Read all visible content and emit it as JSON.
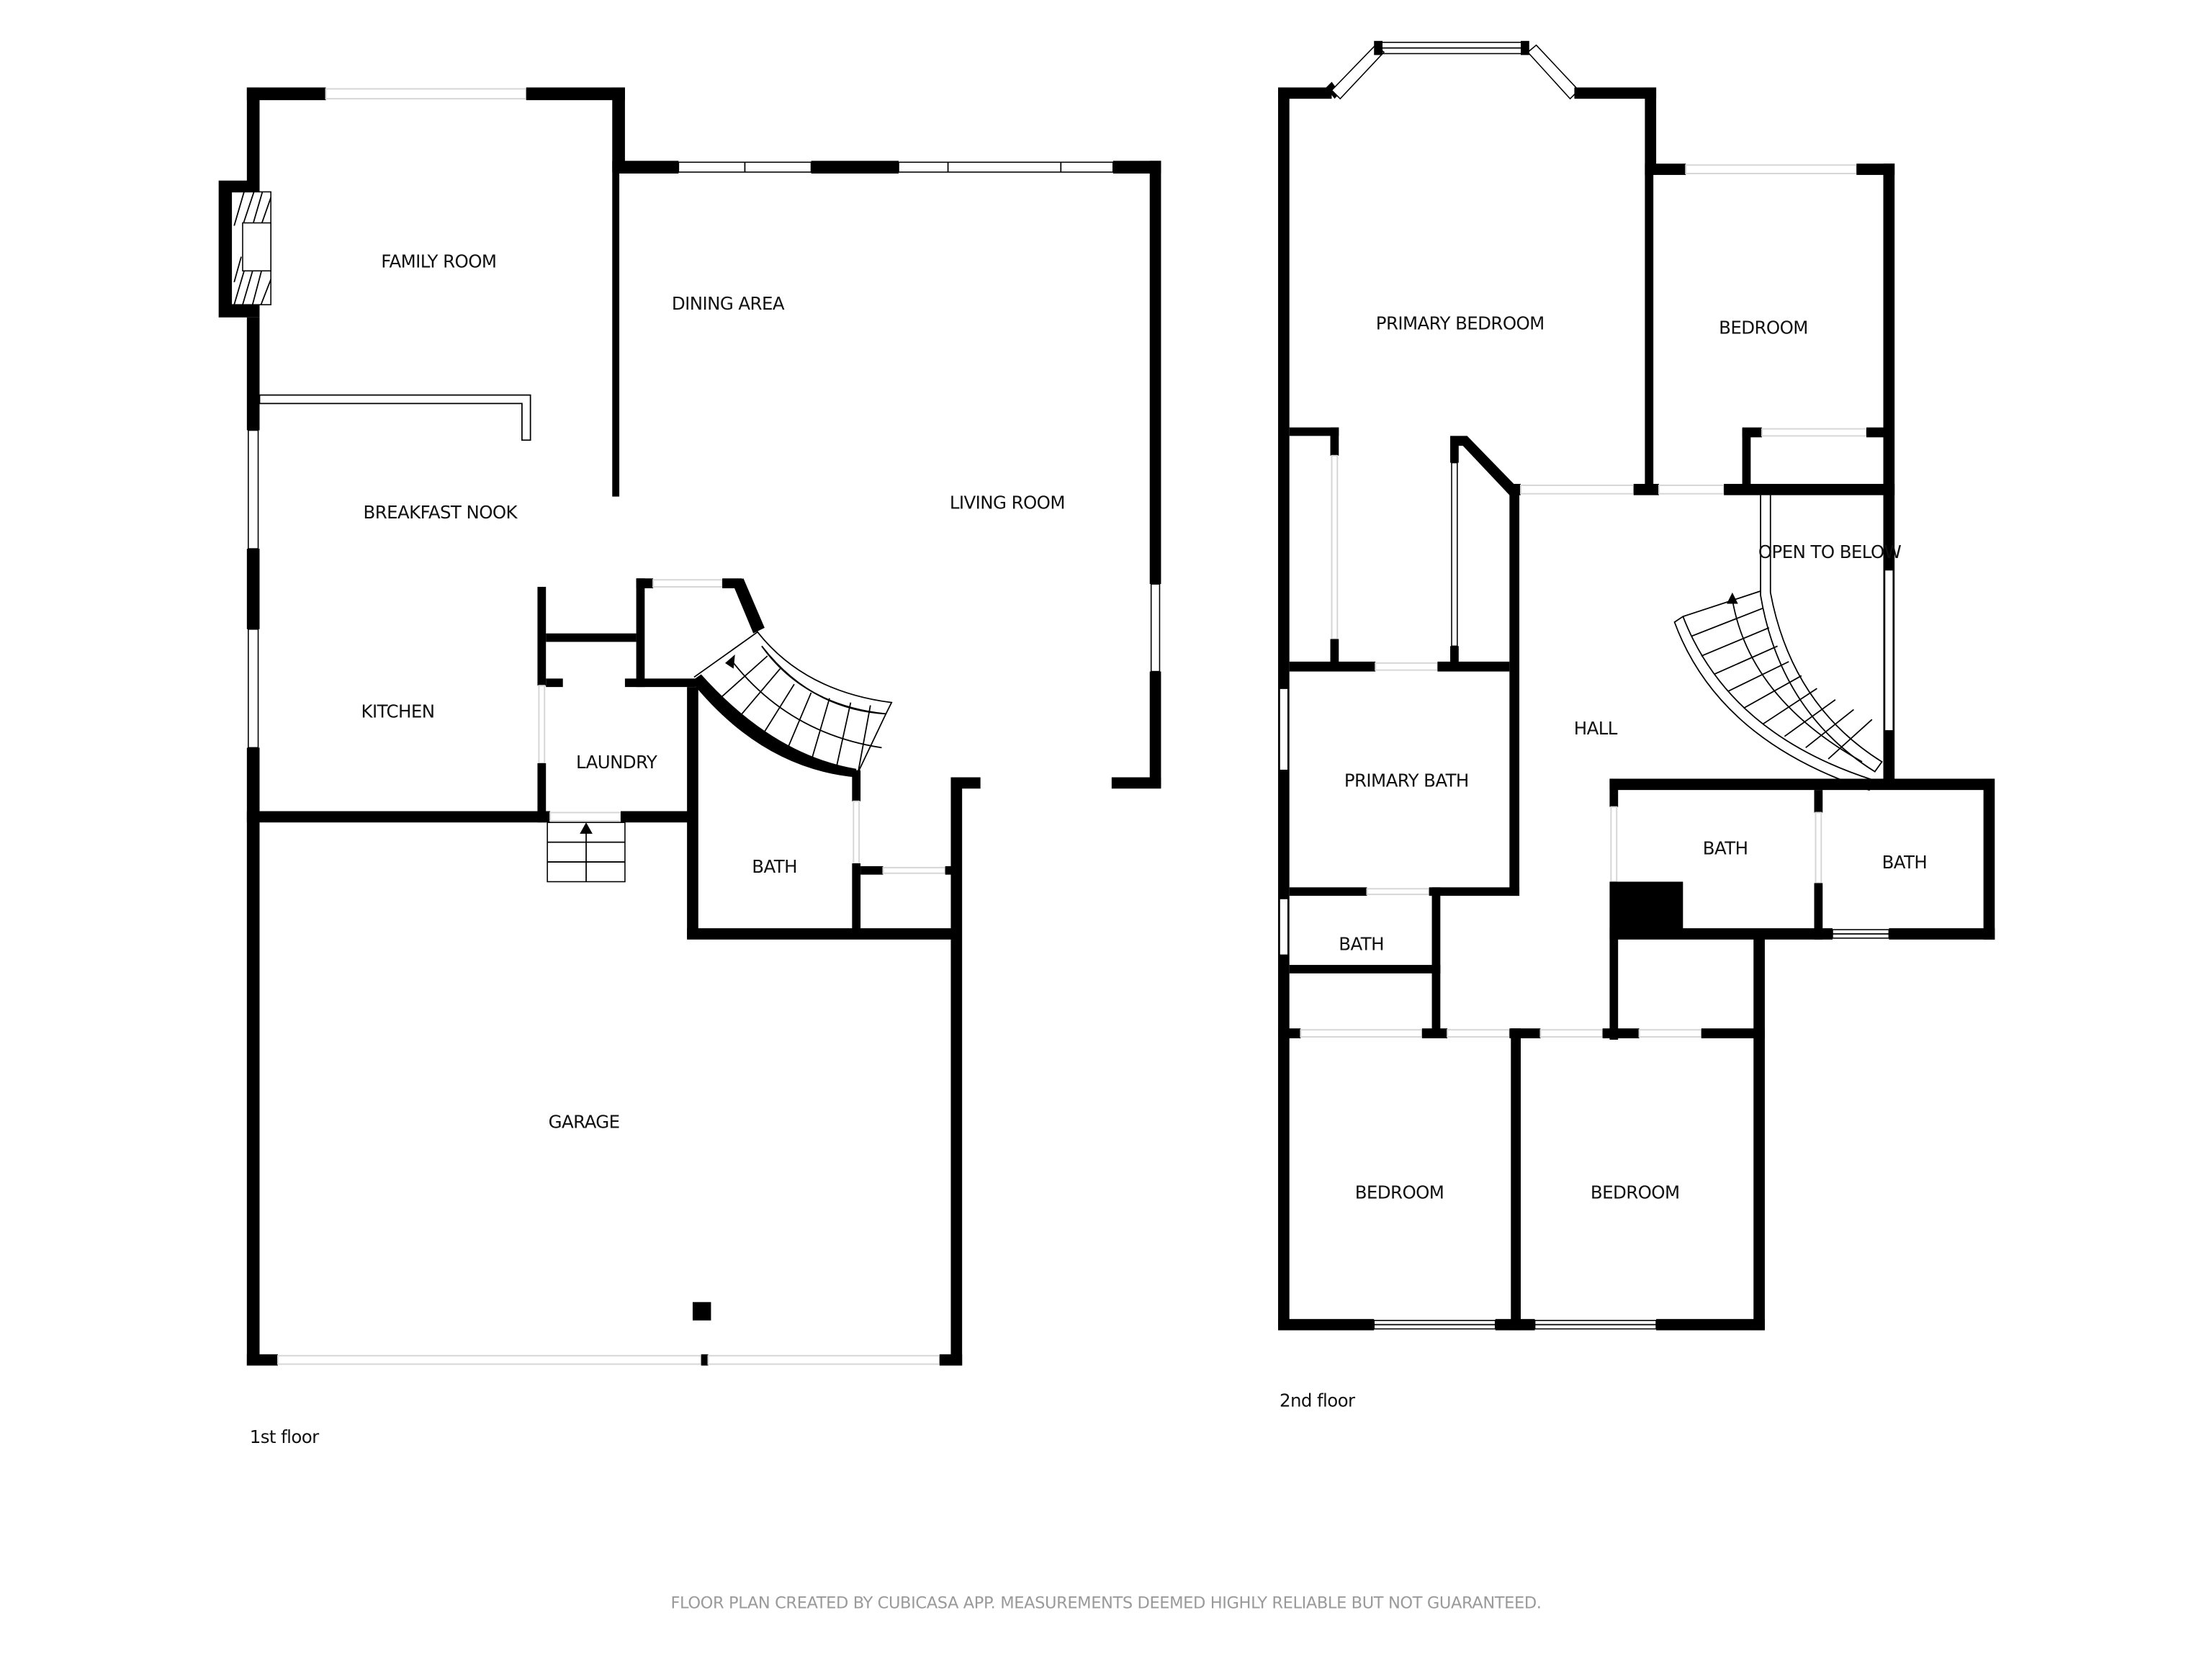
{
  "first_floor": {
    "label": "1st floor",
    "rooms": {
      "family_room": "FAMILY ROOM",
      "dining_area": "DINING AREA",
      "breakfast_nook": "BREAKFAST NOOK",
      "living_room": "LIVING ROOM",
      "kitchen": "KITCHEN",
      "laundry": "LAUNDRY",
      "bath": "BATH",
      "garage": "GARAGE"
    }
  },
  "second_floor": {
    "label": "2nd floor",
    "rooms": {
      "primary_bedroom": "PRIMARY BEDROOM",
      "bedroom_ne": "BEDROOM",
      "open_to_below": "OPEN TO BELOW",
      "hall": "HALL",
      "primary_bath": "PRIMARY BATH",
      "bath_center": "BATH",
      "bath_right": "BATH",
      "bath_small": "BATH",
      "bedroom_sw": "BEDROOM",
      "bedroom_se": "BEDROOM"
    }
  },
  "footer": "FLOOR PLAN CREATED BY CUBICASA APP. MEASUREMENTS DEEMED HIGHLY RELIABLE BUT NOT GUARANTEED.",
  "colors": {
    "wall": "#000000",
    "background": "#ffffff",
    "footer_text": "#9a9a9a"
  }
}
